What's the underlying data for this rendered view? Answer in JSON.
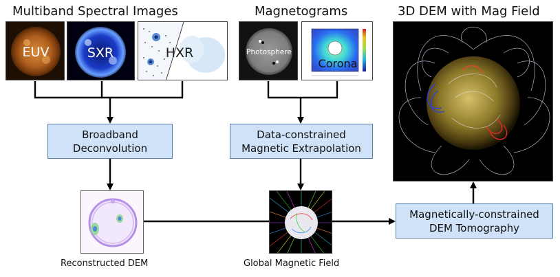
{
  "titles": {
    "multiband": "Multiband Spectral Images",
    "magnetograms": "Magnetograms",
    "dem3d": "3D DEM with Mag Field"
  },
  "image_labels": {
    "euv": "EUV",
    "sxr": "SXR",
    "hxr": "HXR",
    "photosphere": "Photosphere",
    "corona": "Corona"
  },
  "boxes": {
    "broadband": [
      "Broadband",
      "Deconvolution"
    ],
    "extrapolation": [
      "Data-constrained",
      "Magnetic Extrapolation"
    ],
    "tomography": [
      "Magnetically-constrained",
      "DEM Tomography"
    ]
  },
  "captions": {
    "reconstructed_dem": "Reconstructed DEM",
    "global_field": "Global Magnetic Field"
  },
  "colors": {
    "box_fill": "#cfe2f7",
    "box_border": "#5a7fa8",
    "arrow": "#000000"
  }
}
